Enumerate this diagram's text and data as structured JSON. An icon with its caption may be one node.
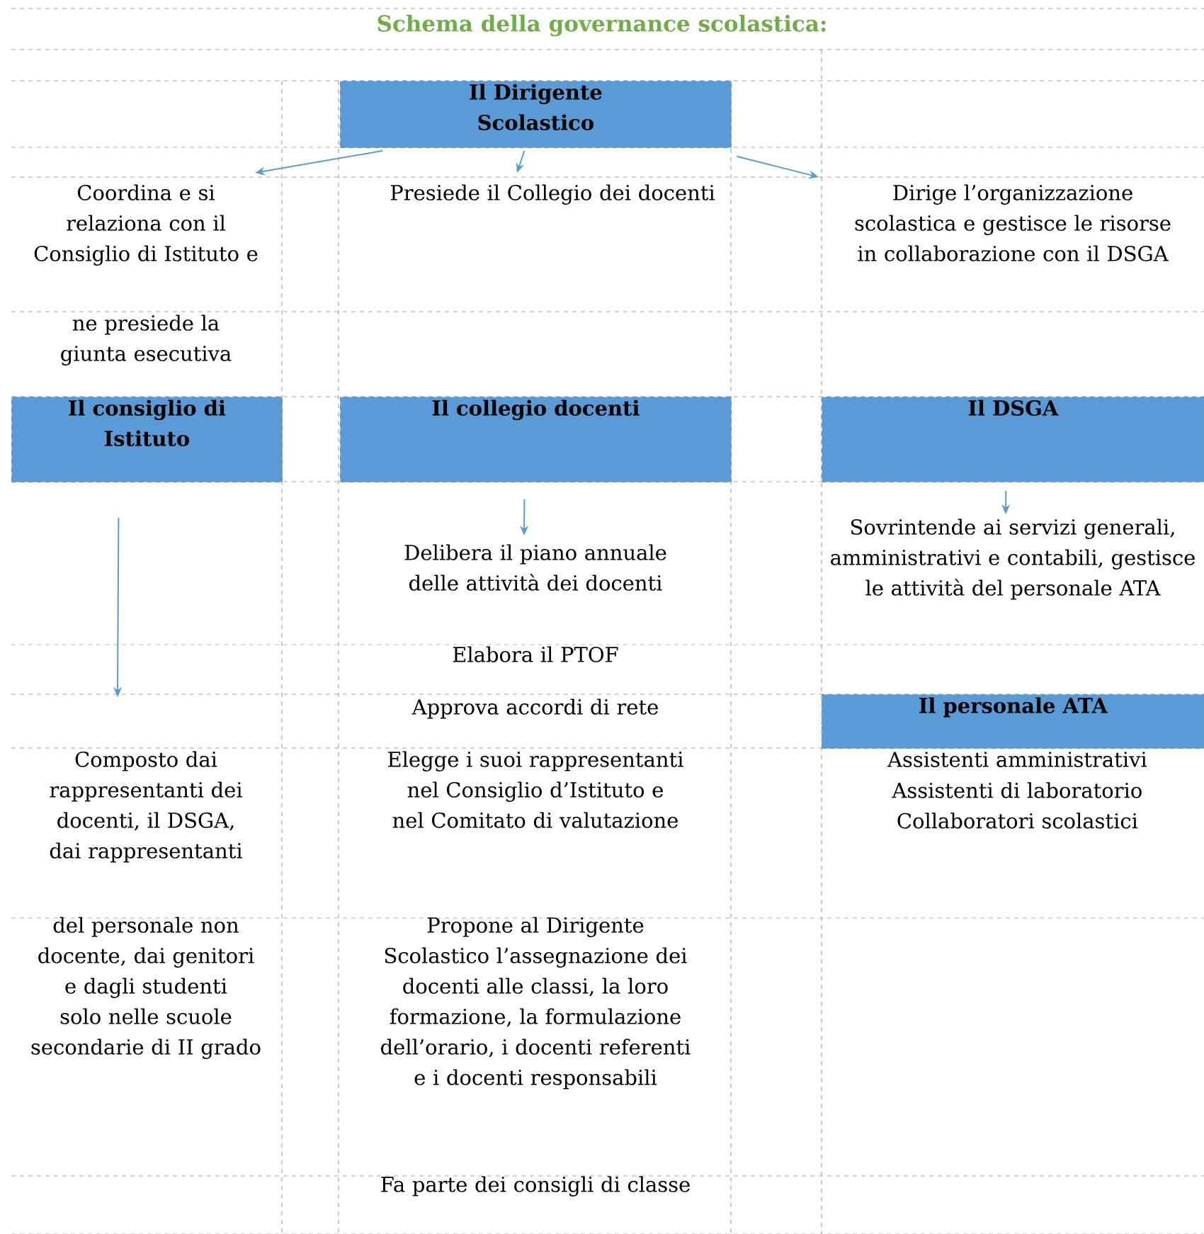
{
  "diagram": {
    "title": "Schema della governance scolastica:",
    "nodes": [
      {
        "text": [
          "Il Dirigente Scolastico"
        ]
      },
      {
        "text": [
          "Coordina e si relaziona con il Consiglio di Istituto e"
        ]
      },
      {
        "text": [
          "Presiede il Collegio dei docenti"
        ]
      },
      {
        "text": [
          "Dirige l’organizzazione scolastica e gestisce le risorse in collaborazione con il DSGA"
        ]
      },
      {
        "text": [
          "Il consiglio di Istituto"
        ]
      },
      {
        "text": [
          "Il collegio docenti"
        ]
      },
      {
        "text": [
          "Il DSGA"
        ]
      },
      {
        "text": [
          "Composto dai rappresentanti dei docenti, il DSGA, dai rappresentanti"
        ]
      },
      {
        "text": [
          "Delibera il piano annuale delle attività dei docenti"
        ]
      },
      {
        "text": [
          "Sovrintende ai servizi generali, amministrativi e contabili, gestisce le attività del personale ATA"
        ]
      },
      {
        "text": [
          "Il personale ATA"
        ],
        "beside": [
          "Assistenti amministrativi",
          "Assistenti di laboratorio",
          "Collaboratori scolastici"
        ]
      }
    ],
    "edges": [
      {
        "from": 0,
        "to": 1,
        "arrow": "to"
      },
      {
        "from": 0,
        "to": 2,
        "arrow": "to"
      },
      {
        "from": 0,
        "to": 3,
        "arrow": "to"
      },
      {
        "from": 4,
        "to": 7,
        "arrow": "to"
      },
      {
        "from": 5,
        "to": 8,
        "arrow": "to"
      },
      {
        "from": 6,
        "to": 9,
        "arrow": "to"
      }
    ],
    "labels": [
      "ne presiede la giunta esecutiva",
      "Elabora il PTOF",
      "Approva accordi di rete",
      "Elegge i suoi rappresentanti nel Consiglio d’Istituto e nel Comitato di valutazione",
      "del personale non docente, dai genitori e dagli studenti solo nelle scuole secondarie di II grado",
      "Propone al Dirigente Scolastico l’assegnazione dei docenti alle classi, la loro formazione, la formulazione dell’orario, i docenti referenti e i docenti responsabili",
      "Fa parte dei consigli di classe"
    ]
  }
}
